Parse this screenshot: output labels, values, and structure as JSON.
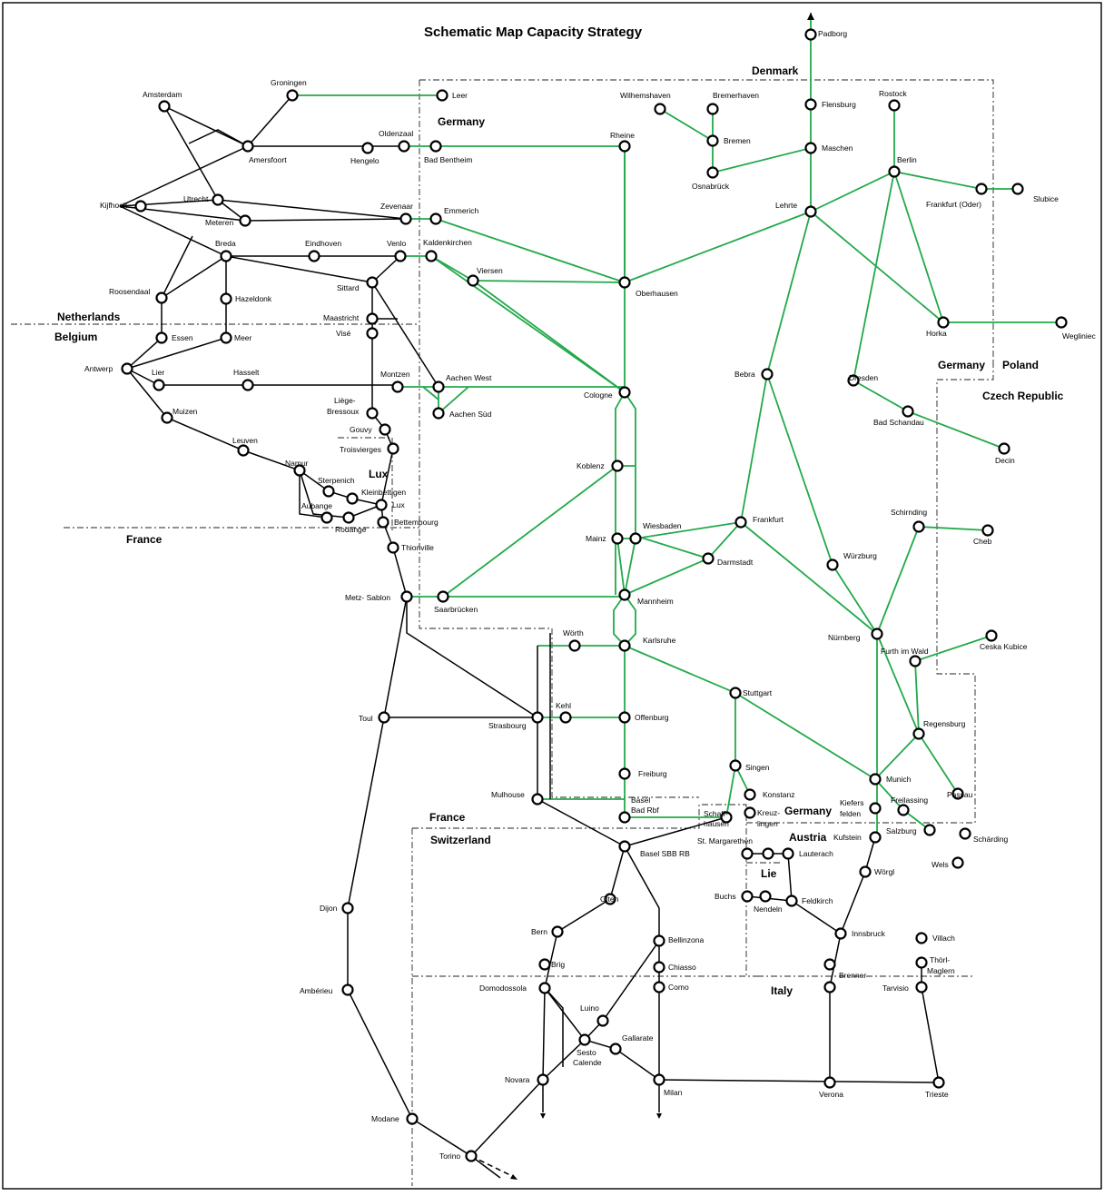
{
  "title": "Schematic Map Capacity Strategy",
  "colors": {
    "corridor": "#22a94a",
    "other_line": "#000000",
    "background": "#ffffff"
  },
  "countries": {
    "denmark": "Denmark",
    "germany": "Germany",
    "netherlands": "Netherlands",
    "belgium": "Belgium",
    "france": "France",
    "lux": "Lux",
    "poland": "Poland",
    "czech": "Czech Republic",
    "germany_poland": "Germany",
    "france_ch": "France",
    "switzerland": "Switzerland",
    "germany_south": "Germany",
    "austria": "Austria",
    "lie": "Lie",
    "italy": "Italy"
  },
  "stations": {
    "padborg": "Padborg",
    "flensburg": "Flensburg",
    "maschen": "Maschen",
    "rostock": "Rostock",
    "berlin": "Berlin",
    "frankfurt_oder": "Frankfurt (Oder)",
    "slubice": "Slubice",
    "lehrte": "Lehrte",
    "horka": "Horka",
    "wegliniec": "Wegliniec",
    "wilhemshaven": "Wilhemshaven",
    "bremerhaven": "Bremerhaven",
    "bremen": "Bremen",
    "osnabruck": "Osnabrück",
    "rheine": "Rheine",
    "leer": "Leer",
    "groningen": "Groningen",
    "amsterdam": "Amsterdam",
    "amersfoort": "Amersfoort",
    "hengelo": "Hengelo",
    "oldenzaal": "Oldenzaal",
    "bad_bentheim": "Bad Bentheim",
    "utrecht": "Utrecht",
    "kijfhoek": "Kijfhoek",
    "meteren": "Meteren",
    "zevenaar": "Zevenaar",
    "emmerich": "Emmerich",
    "breda": "Breda",
    "eindhoven": "Eindhoven",
    "venlo": "Venlo",
    "kaldenkirchen": "Kaldenkirchen",
    "viersen": "Viersen",
    "oberhausen": "Oberhausen",
    "roosendaal": "Roosendaal",
    "hazeldonk": "Hazeldonk",
    "sittard": "Sittard",
    "maastricht": "Maastricht",
    "vise": "Visé",
    "essen": "Essen",
    "meer": "Meer",
    "antwerp": "Antwerp",
    "lier": "Lier",
    "hasselt": "Hasselt",
    "montzen": "Montzen",
    "aachen_west": "Aachen West",
    "aachen_sud": "Aachen Süd",
    "cologne": "Cologne",
    "liege": "Liège-",
    "liege2": "Bressoux",
    "muizen": "Muizen",
    "leuven": "Leuven",
    "gouvy": "Gouvy",
    "troisvierges": "Troisvierges",
    "namur": "Namur",
    "sterpenich": "Sterpenich",
    "kleinbettingen": "Kleinbettigen",
    "aubange": "Aubange",
    "rodange": "Rodange",
    "lux": "Lux",
    "bettembourg": "Bettembourg",
    "thionville": "Thionville",
    "koblenz": "Koblenz",
    "bebra": "Bebra",
    "dresden": "Dresden",
    "bad_schandau": "Bad Schandau",
    "decin": "Decin",
    "mainz": "Mainz",
    "wiesbaden": "Wiesbaden",
    "frankfurt": "Frankfurt",
    "darmstadt": "Darmstadt",
    "wurzburg": "Würzburg",
    "schirnding": "Schirnding",
    "cheb": "Cheb",
    "metz": "Metz- Sablon",
    "saarbrucken": "Saarbrücken",
    "mannheim": "Mannheim",
    "nurnberg": "Nürnberg",
    "furth": "Furth im Wald",
    "ceska": "Ceska Kubice",
    "worth": "Wörth",
    "karlsruhe": "Karlsruhe",
    "stuttgart": "Stuttgart",
    "toul": "Toul",
    "strasbourg": "Strasbourg",
    "kehl": "Kehl",
    "offenburg": "Offenburg",
    "regensburg": "Regensburg",
    "singen": "Singen",
    "freiburg": "Freiburg",
    "munich": "Munich",
    "mulhouse": "Mulhouse",
    "basel_bad": "Basel",
    "basel_bad2": "Bad Rbf",
    "konstanz": "Konstanz",
    "schaffhausen": "Schaff-",
    "schaffhausen2": "hausen",
    "kreuzlingen": "Kreuz-",
    "kreuzlingen2": "lingen",
    "kiefersfelden": "Kiefers",
    "kiefersfelden2": "felden",
    "freilassing": "Freilassing",
    "passau": "Passau",
    "salzburg": "Salzburg",
    "scharding": "Schärding",
    "wels": "Wels",
    "basel_sbb": "Basel SBB RB",
    "st_margarethen": "St. Margarethen",
    "lauterach": "Lauterach",
    "kufstein": "Kufstein",
    "worgl": "Wörgl",
    "buchs": "Buchs",
    "nendeln": "Nendeln",
    "feldkirch": "Feldkirch",
    "dijon": "Dijon",
    "olten": "Olten",
    "bern": "Bern",
    "bellinzona": "Bellinzona",
    "innsbruck": "Innsbruck",
    "villach": "Villach",
    "brig": "Brig",
    "chiasso": "Chiasso",
    "thorl": "Thörl-",
    "thorl2": "Maglern",
    "domodossola": "Domodossola",
    "como": "Como",
    "brenner": "Brenner",
    "tarvisio": "Tarvisio",
    "luino": "Luino",
    "amberieu": "Ambérieu",
    "gallarate": "Gallarate",
    "sesto": "Sesto",
    "sesto2": "Calende",
    "novara": "Novara",
    "milan": "Milan",
    "verona": "Verona",
    "trieste": "Trieste",
    "modane": "Modane",
    "torino": "Torino"
  }
}
